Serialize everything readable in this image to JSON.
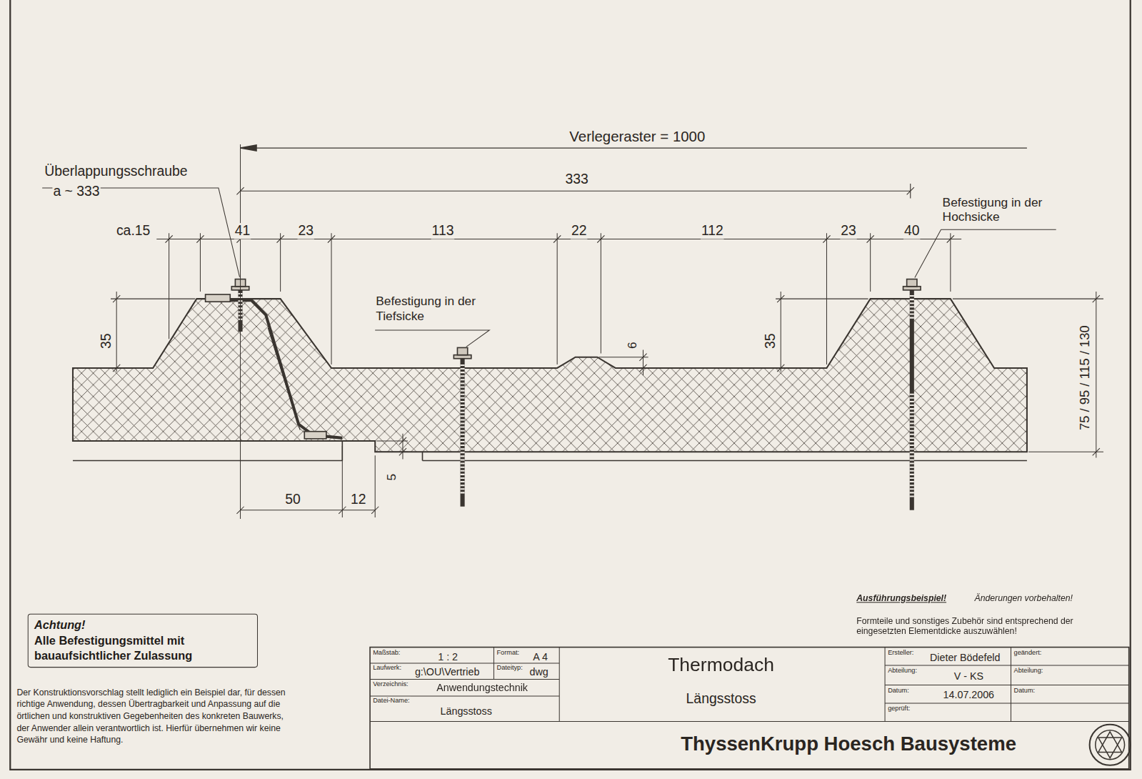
{
  "diagram": {
    "nodes": [
      {
        "text": [
          "Achtung!",
          "Alle Befestigungsmittel mit bauaufsichtlicher Zulassung"
        ]
      }
    ],
    "labels": [
      "Verlegeraster = 1000",
      "Überlappungsschraube",
      "a ~ 333",
      "333",
      "Befestigung in der Hochsicke",
      "ca.15",
      "41",
      "23",
      "113",
      "22",
      "112",
      "23",
      "40",
      "35",
      "Befestigung in der Tiefsicke",
      "6",
      "35",
      "75 / 95 / 115 / 130",
      "5",
      "50",
      "12",
      "Ausführungsbeispiel!",
      "Änderungen vorbehalten!",
      "Formteile und sonstiges Zubehör sind entsprechend der eingesetzten Elementdicke auszuwählen!",
      "Der Konstruktionsvorschlag stellt lediglich ein Beispiel dar, für dessen richtige Anwendung, dessen Übertragbarkeit und Anpassung auf die örtlichen und konstruktiven Gegebenheiten des konkreten Bauwerks, der Anwender allein verantwortlich ist. Hierfür übernehmen wir keine Gewähr und keine Haftung.",
      "Maßstab:",
      "1 : 2",
      "Format:",
      "A 4",
      "Laufwerk:",
      "g:\\OU\\Vertrieb",
      "Dateityp:",
      "dwg",
      "Verzeichnis:",
      "Anwendungstechnik",
      "Datei-Name:",
      "Längsstoss",
      "Thermodach",
      "Längsstoss",
      "Ersteller:",
      "Dieter Bödefeld",
      "geändert:",
      "Abteilung:",
      "V - KS",
      "Abteilung:",
      "Datum:",
      "14.07.2006",
      "Datum:",
      "geprüft:",
      "ThyssenKrupp Hoesch Bausysteme"
    ]
  }
}
